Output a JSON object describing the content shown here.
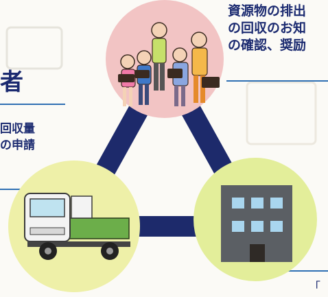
{
  "top_right_text": {
    "lines": [
      "資源物の排出",
      "の回収のお知",
      "の確認、奨励"
    ]
  },
  "left_panel": {
    "role_char": "者",
    "desc_lines": [
      "回収量",
      "の申請"
    ]
  },
  "bottom_right_bracket": "「",
  "triangle": {
    "color": "#1d2a6b"
  },
  "nodes": {
    "residents": {
      "bg": "#f2c4c4",
      "icon": "residents-group-illustration"
    },
    "collector": {
      "bg": "#eef0a8",
      "icon": "garbage-truck-illustration"
    },
    "city_hall": {
      "bg": "#e3ee9a",
      "icon": "office-building-illustration"
    }
  },
  "colors": {
    "navy": "#1b2a70",
    "line_blue": "#2e6fb3"
  }
}
